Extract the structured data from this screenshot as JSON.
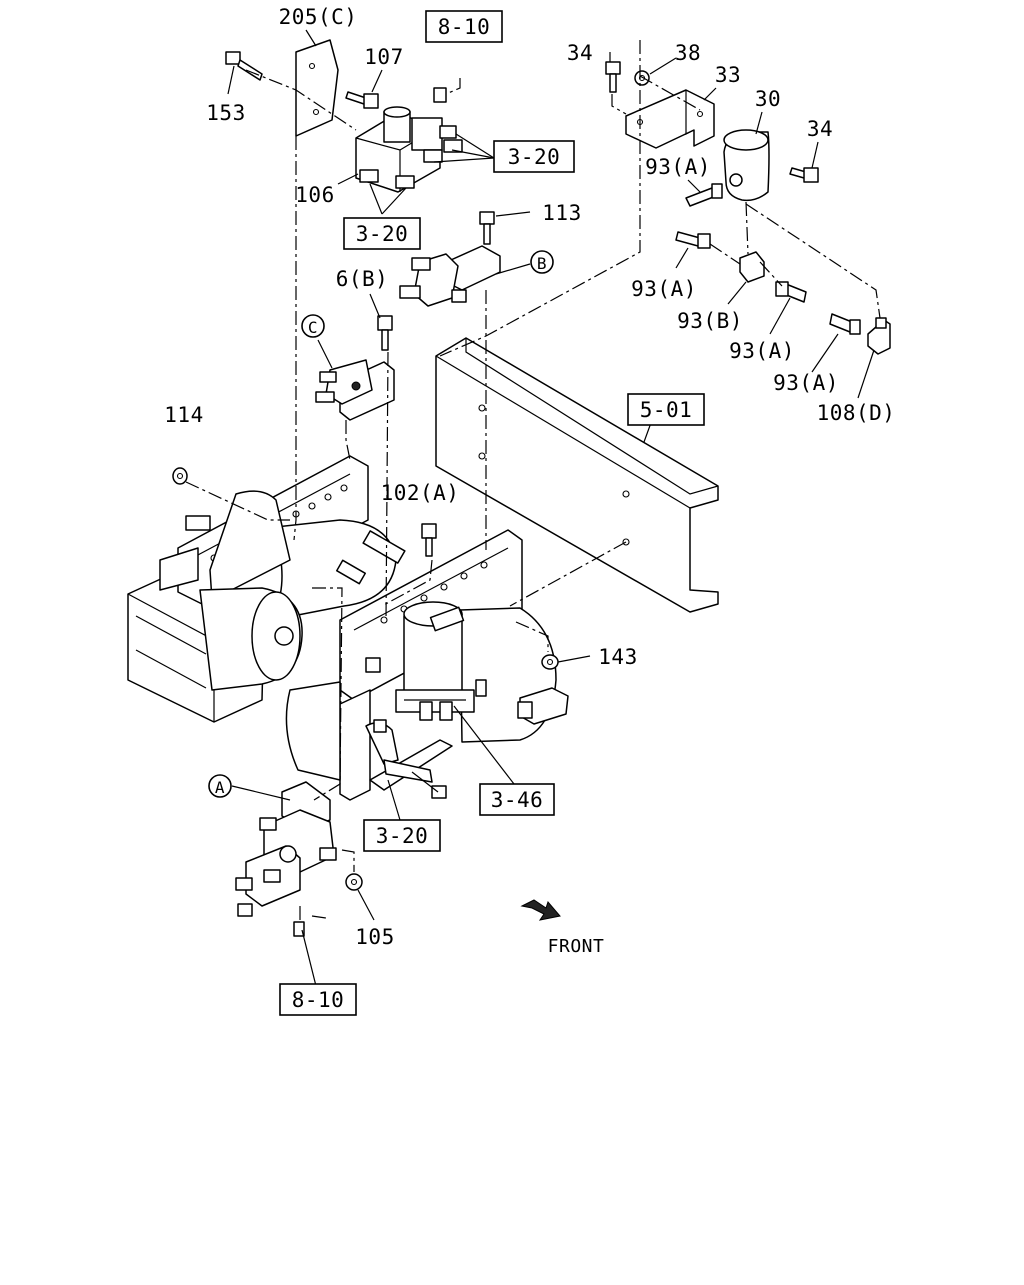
{
  "diagram": {
    "labels": {
      "p205c": "205(C)",
      "p107": "107",
      "p153": "153",
      "p106": "106",
      "p34a": "34",
      "p38": "38",
      "p33": "33",
      "p30": "30",
      "p34b": "34",
      "p93a1": "93(A)",
      "p113": "113",
      "p6b": "6(B)",
      "p93a2": "93(A)",
      "p93b": "93(B)",
      "p93a3": "93(A)",
      "p93a4": "93(A)",
      "p108d": "108(D)",
      "p114": "114",
      "p102a": "102(A)",
      "p143": "143",
      "p105": "105"
    },
    "refs": {
      "r810a": "8-10",
      "r320a": "3-20",
      "r320b": "3-20",
      "r501": "5-01",
      "r346": "3-46",
      "r320c": "3-20",
      "r810b": "8-10"
    },
    "circles": {
      "cb": "B",
      "cc": "C",
      "ca": "A"
    },
    "front_label": "FRONT"
  }
}
